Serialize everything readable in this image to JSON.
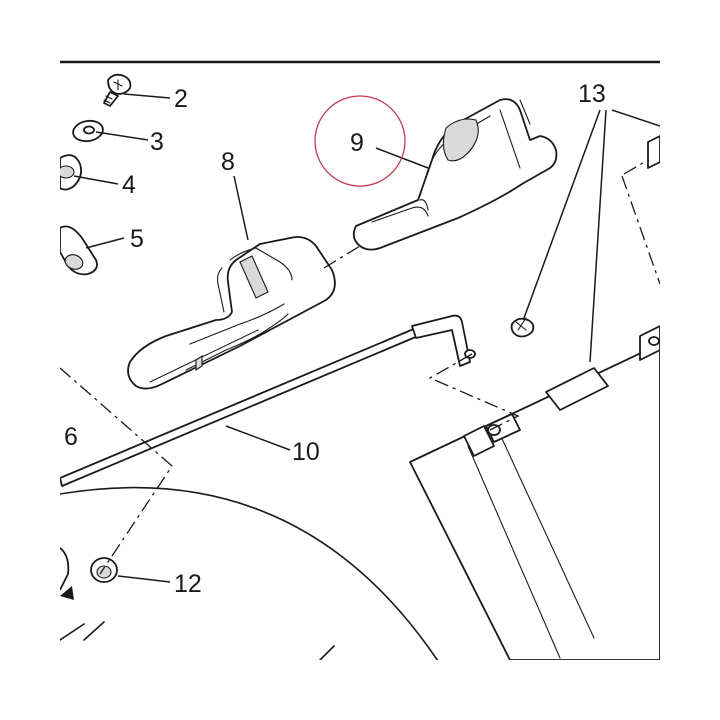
{
  "diagram": {
    "callouts": [
      {
        "id": "2",
        "text": "2"
      },
      {
        "id": "3",
        "text": "3"
      },
      {
        "id": "4",
        "text": "4"
      },
      {
        "id": "5",
        "text": "5"
      },
      {
        "id": "6",
        "text": "6"
      },
      {
        "id": "8",
        "text": "8"
      },
      {
        "id": "9",
        "text": "9"
      },
      {
        "id": "10",
        "text": "10"
      },
      {
        "id": "12",
        "text": "12"
      },
      {
        "id": "13",
        "text": "13"
      }
    ],
    "highlight_color": "#c0394b",
    "line_color": "#1a1a1a"
  }
}
